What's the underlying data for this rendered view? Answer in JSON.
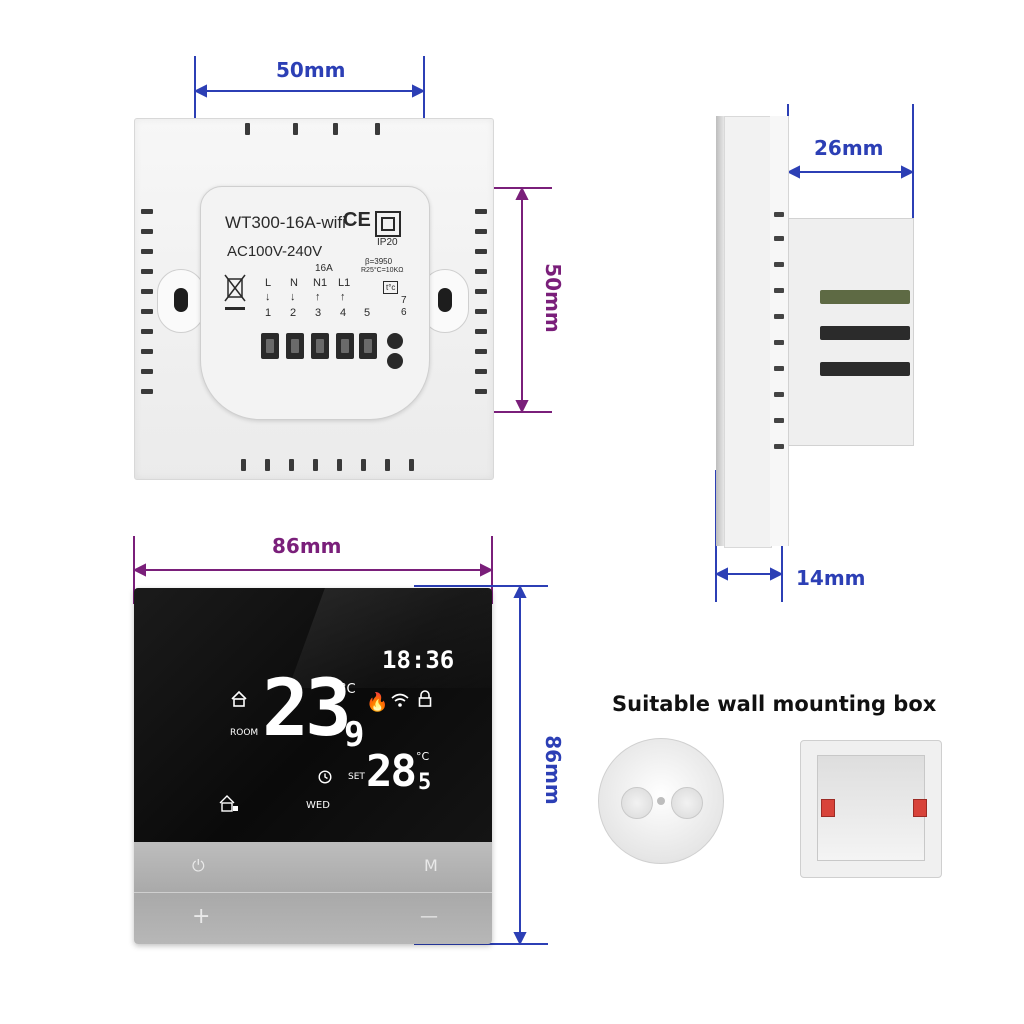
{
  "dimensions": {
    "back_width": "50mm",
    "back_height": "50mm",
    "side_depth_body": "26mm",
    "side_depth_plate": "14mm",
    "front_width": "86mm",
    "front_height": "86mm"
  },
  "module_label": {
    "model": "WT300-16A-wifi",
    "voltage": "AC100V-240V",
    "current": "16A",
    "ip_rating": "IP20",
    "beta": "β=3950",
    "resistance": "R25°C=10KΩ",
    "terminal_letters": [
      "L",
      "N",
      "N1",
      "L1"
    ],
    "terminal_numbers": [
      "1",
      "2",
      "3",
      "4",
      "5"
    ],
    "sensor_numbers": [
      "7",
      "6"
    ],
    "sensor_symbol": "t°c"
  },
  "display": {
    "time": "18:36",
    "room_temp_main": "23",
    "room_temp_decimal": "9",
    "room_unit": "°C",
    "room_label": "ROOM",
    "set_label": "SET",
    "set_temp_main": "28",
    "set_temp_decimal": "5",
    "set_unit": "°C",
    "day": "WED"
  },
  "buttons": {
    "power": "⏻",
    "mode": "M",
    "plus": "+",
    "minus": "—"
  },
  "mounting_title": "Suitable wall mounting box",
  "colors": {
    "dimension_blue": "#2c3fb5",
    "dimension_purple": "#7a1f7a"
  }
}
